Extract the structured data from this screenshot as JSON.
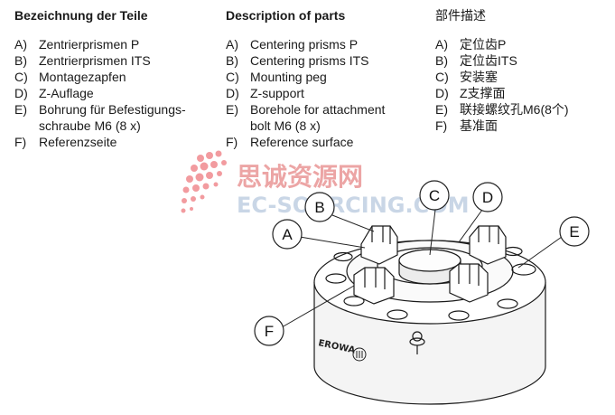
{
  "columns": {
    "de": {
      "heading": "Bezeichnung der Teile",
      "items": [
        {
          "key": "A)",
          "text": "Zentrierprismen P"
        },
        {
          "key": "B)",
          "text": "Zentrierprismen ITS"
        },
        {
          "key": "C)",
          "text": "Montagezapfen"
        },
        {
          "key": "D)",
          "text": "Z-Auflage"
        },
        {
          "key": "E)",
          "text": "Bohrung für Befestigungs-\nschraube M6 (8 x)"
        },
        {
          "key": "F)",
          "text": "Referenzseite"
        }
      ]
    },
    "en": {
      "heading": "Description of parts",
      "items": [
        {
          "key": "A)",
          "text": "Centering prisms P"
        },
        {
          "key": "B)",
          "text": "Centering prisms ITS"
        },
        {
          "key": "C)",
          "text": "Mounting peg"
        },
        {
          "key": "D)",
          "text": "Z-support"
        },
        {
          "key": "E)",
          "text": "Borehole for attachment\nbolt M6 (8 x)"
        },
        {
          "key": "F)",
          "text": "Reference surface"
        }
      ]
    },
    "cn": {
      "heading": "部件描述",
      "items": [
        {
          "key": "A)",
          "text": "定位齿P"
        },
        {
          "key": "B)",
          "text": "定位齿ITS"
        },
        {
          "key": "C)",
          "text": "安装塞"
        },
        {
          "key": "D)",
          "text": "Z支撑面"
        },
        {
          "key": "E)",
          "text": "联接螺纹孔M6(8个)\n "
        },
        {
          "key": "F)",
          "text": "基准面"
        }
      ]
    }
  },
  "callouts": {
    "a": "A",
    "b": "B",
    "c": "C",
    "d": "D",
    "e": "E",
    "f": "F"
  },
  "watermark": {
    "line1": "思诚资源网",
    "line2": "EC-SOURCING.COM"
  },
  "brand": {
    "logo_text": "EROWA"
  }
}
